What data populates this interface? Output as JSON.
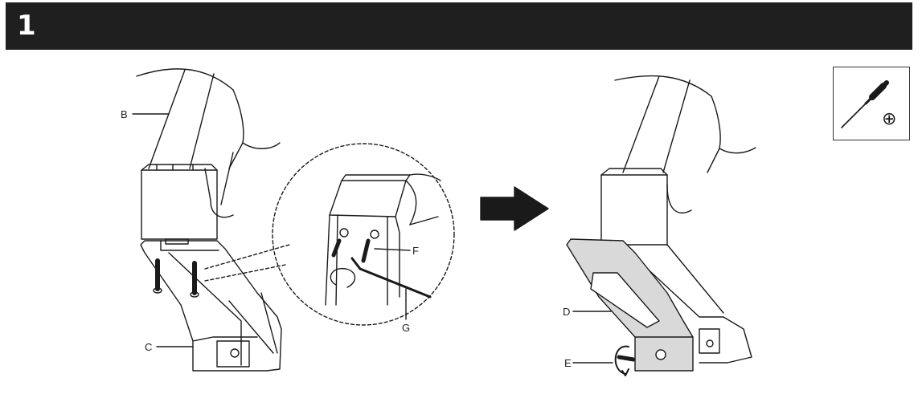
{
  "header": {
    "step_number": "1",
    "background": "#1f1f1f",
    "text_color": "#ffffff"
  },
  "callouts": {
    "B": "B",
    "C": "C",
    "D": "D",
    "E": "E",
    "F": "F",
    "G": "G"
  },
  "tool": {
    "icon": "phillips-screwdriver-icon",
    "symbol": "⊕"
  },
  "colors": {
    "line": "#1a1a1a",
    "shaded_part": "#d9d9d9",
    "arrow": "#1a1a1a"
  }
}
